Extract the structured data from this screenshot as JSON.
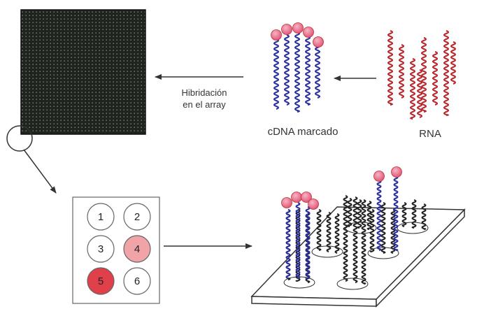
{
  "labels": {
    "hybridization_line1": "Hibridación",
    "hybridization_line2": "en el array",
    "cdna": "cDNA marcado",
    "rna": "RNA"
  },
  "wells": [
    {
      "number": "1",
      "fill": "#ffffff"
    },
    {
      "number": "2",
      "fill": "#ffffff"
    },
    {
      "number": "3",
      "fill": "#ffffff"
    },
    {
      "number": "4",
      "fill": "#f0a4a8"
    },
    {
      "number": "5",
      "fill": "#e0404a"
    },
    {
      "number": "6",
      "fill": "#ffffff"
    }
  ],
  "colors": {
    "rna_strand": "#b8262c",
    "cdna_strand": "#2a2fa0",
    "probe_strand": "#222222",
    "label_bead": "#e86e8a",
    "microarray_bg": "#1f241f",
    "microarray_dot": "#8f9a8f"
  }
}
